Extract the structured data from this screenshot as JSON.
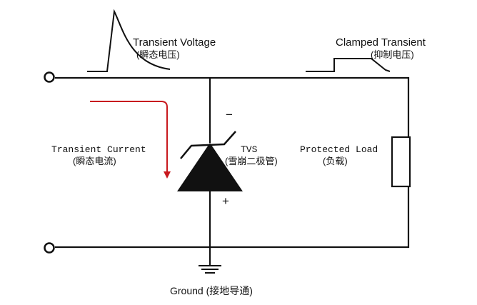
{
  "colors": {
    "wire": "#111111",
    "arrow": "#c8191e",
    "diode": "#111111",
    "background": "#ffffff"
  },
  "labels": {
    "transient_voltage": {
      "line1": "Transient Voltage",
      "line2": "(瞬态电压)"
    },
    "clamped_transient": {
      "line1": "Clamped Transient",
      "line2": "(抑制电压)"
    },
    "transient_current": {
      "line1": "Transient Current",
      "line2": "(瞬态电流)"
    },
    "tvs": {
      "line1": "TVS",
      "line2": "(雪崩二极管)"
    },
    "protected_load": {
      "line1": "Protected Load",
      "line2": "(负载)"
    },
    "ground": "Ground (接地导通)",
    "minus": "−",
    "plus": "+"
  },
  "icons": {
    "input_terminal_top": "terminal-circle-icon",
    "input_terminal_bottom": "terminal-circle-icon",
    "ground": "ground-symbol-icon",
    "tvs_diode": "zener-diode-icon",
    "load": "resistor-icon",
    "current_arrow": "arrow-down-icon"
  }
}
